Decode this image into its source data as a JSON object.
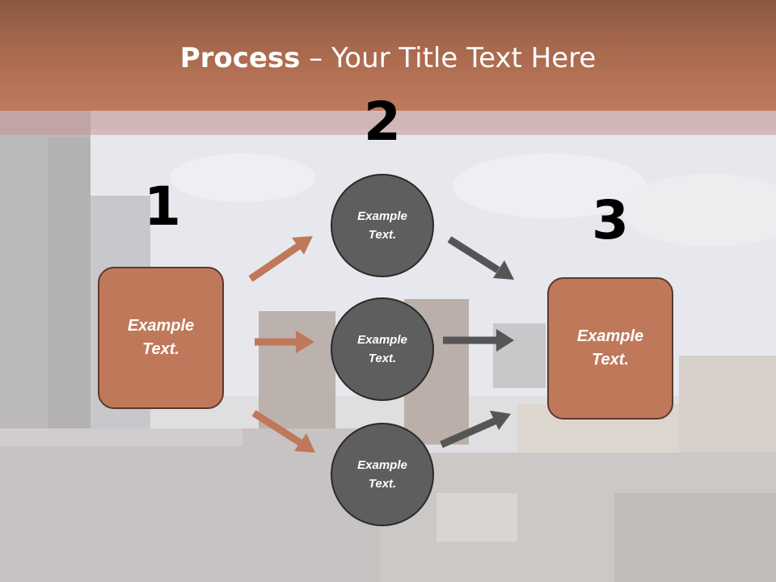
{
  "title": {
    "bold": "Process",
    "rest": " – Your Title Text Here"
  },
  "steps": [
    {
      "number": "1",
      "text": "Example\nText."
    },
    {
      "number": "2"
    },
    {
      "number": "3",
      "text": "Example\nText."
    }
  ],
  "circles": [
    {
      "text": "Example\nText."
    },
    {
      "text": "Example\nText."
    },
    {
      "text": "Example\nText."
    }
  ],
  "colors": {
    "header": "#b4705a",
    "box": "#c0785a",
    "circle": "#5e5e5e",
    "arrow_in": "#c0785a",
    "arrow_out": "#555555"
  }
}
